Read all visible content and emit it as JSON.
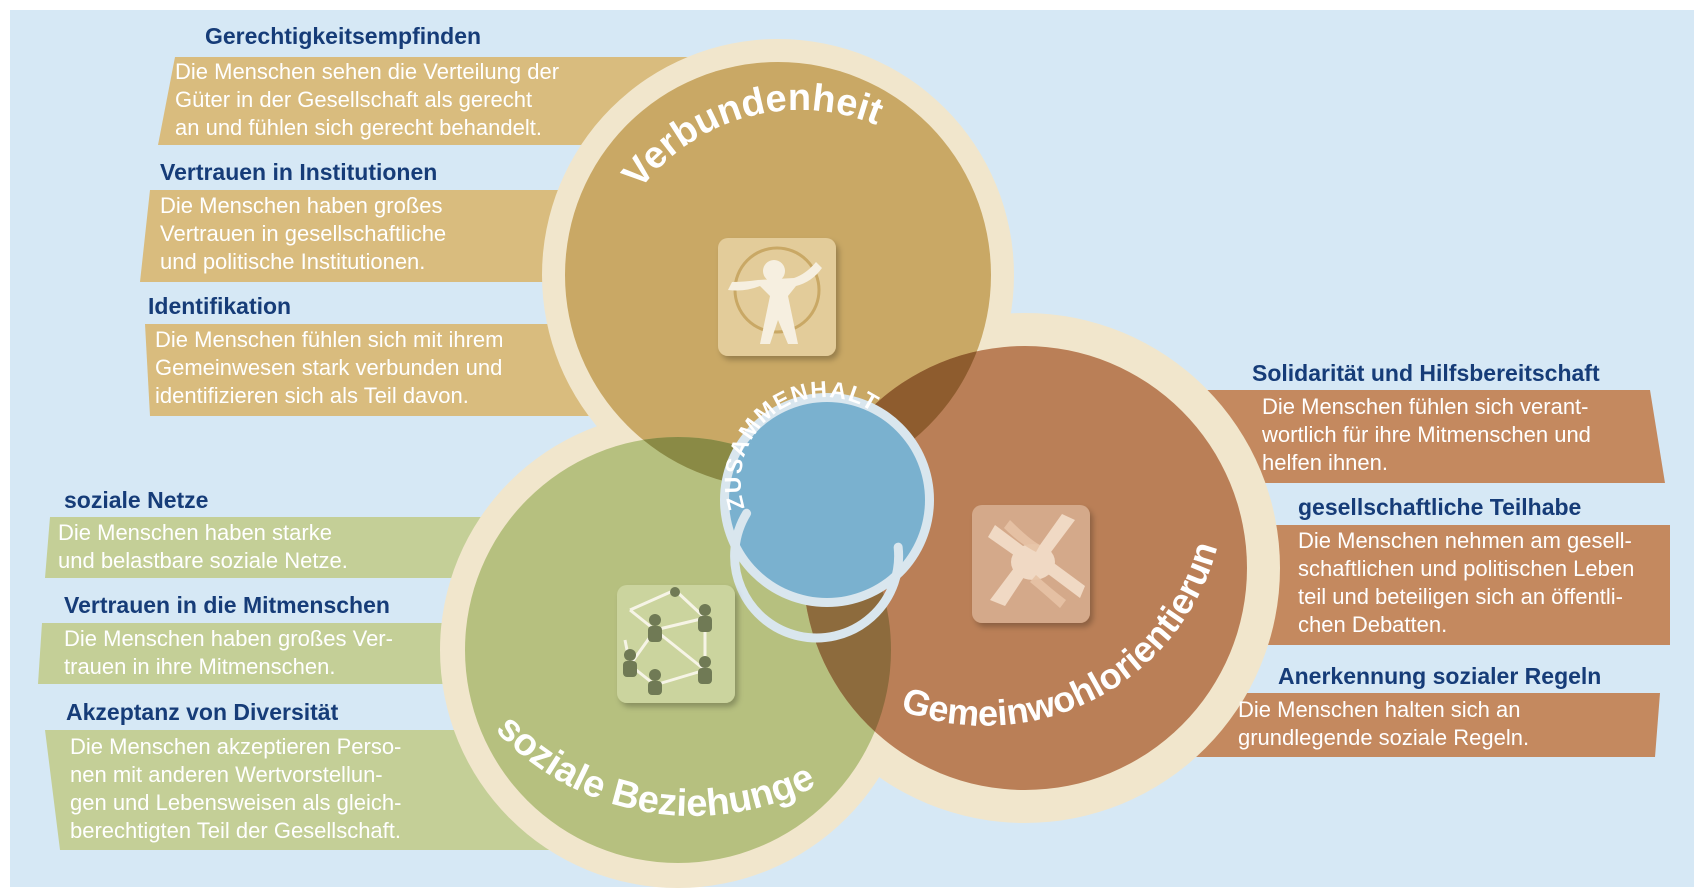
{
  "center_label": "ZUSAMMENHALT",
  "circle_titles": {
    "verbundenheit": "Verbundenheit",
    "soziale": "soziale Beziehungen",
    "gemeinwohl": "Gemeinwohlorientierung"
  },
  "icons": {
    "verbundenheit": "person-arms-raised-icon",
    "soziale": "network-of-people-icon",
    "gemeinwohl": "stacked-hands-icon"
  },
  "colors": {
    "background": "#d6e8f5",
    "ring": "#f1e6cc",
    "verbundenheit": "#c9a865",
    "soziale": "#b6c07f",
    "gemeinwohl": "#ba7f57",
    "center": "#7ab1cf",
    "heading": "#163c78"
  },
  "left_top": [
    {
      "title": "Gerechtigkeitsempfinden",
      "text": "Die Menschen sehen die Verteilung der\nGüter in der Gesellschaft als gerecht\nan und fühlen sich gerecht behandelt."
    },
    {
      "title": "Vertrauen in Institutionen",
      "text": "Die Menschen haben großes\nVertrauen in gesellschaftliche\nund politische Institutionen."
    },
    {
      "title": "Identifikation",
      "text": "Die Menschen fühlen sich mit ihrem\nGemeinwesen stark verbunden und\nidentifizieren sich als Teil davon."
    }
  ],
  "left_bottom": [
    {
      "title": "soziale Netze",
      "text": "Die Menschen haben starke\nund belastbare soziale Netze."
    },
    {
      "title": "Vertrauen in die Mitmenschen",
      "text": "Die Menschen haben großes Ver-\ntrauen in ihre Mitmenschen."
    },
    {
      "title": "Akzeptanz von Diversität",
      "text": "Die Menschen akzeptieren Perso-\nnen mit anderen Wertvorstellun-\ngen und Lebensweisen als gleich-\nberechtigten Teil der Gesellschaft."
    }
  ],
  "right": [
    {
      "title": "Solidarität und Hilfsbereitschaft",
      "text": "Die Menschen fühlen sich verant-\nwortlich für ihre Mitmenschen und\nhelfen ihnen."
    },
    {
      "title": "gesellschaftliche Teilhabe",
      "text": "Die Menschen nehmen am gesell-\nschaftlichen und politischen Leben\nteil und beteiligen sich an öffentli-\nchen Debatten."
    },
    {
      "title": "Anerkennung sozialer Regeln",
      "text": "Die Menschen halten sich an\ngrundlegende soziale Regeln."
    }
  ]
}
